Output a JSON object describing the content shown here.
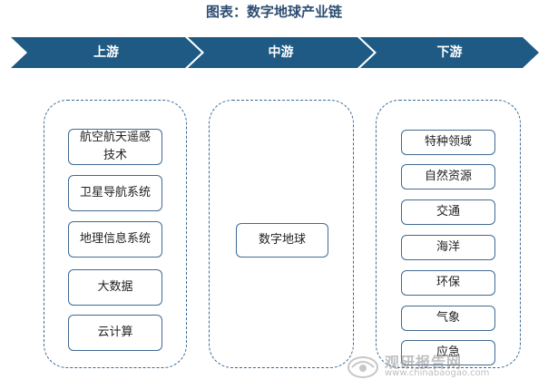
{
  "title": "图表：数字地球产业链",
  "stages": [
    "上游",
    "中游",
    "下游"
  ],
  "upstream": [
    "航空航天遥感技术",
    "卫星导航系统",
    "地理信息系统",
    "大数据",
    "云计算"
  ],
  "midstream": [
    "数字地球"
  ],
  "downstream": [
    "特种领域",
    "自然资源",
    "交通",
    "海洋",
    "环保",
    "气象",
    "应急"
  ],
  "watermark": {
    "name": "观研报告网",
    "url": "www.chinabaogao.com"
  },
  "colors": {
    "chevron": "#1e5a84",
    "title": "#2e4e73",
    "border": "#3f6a93"
  }
}
